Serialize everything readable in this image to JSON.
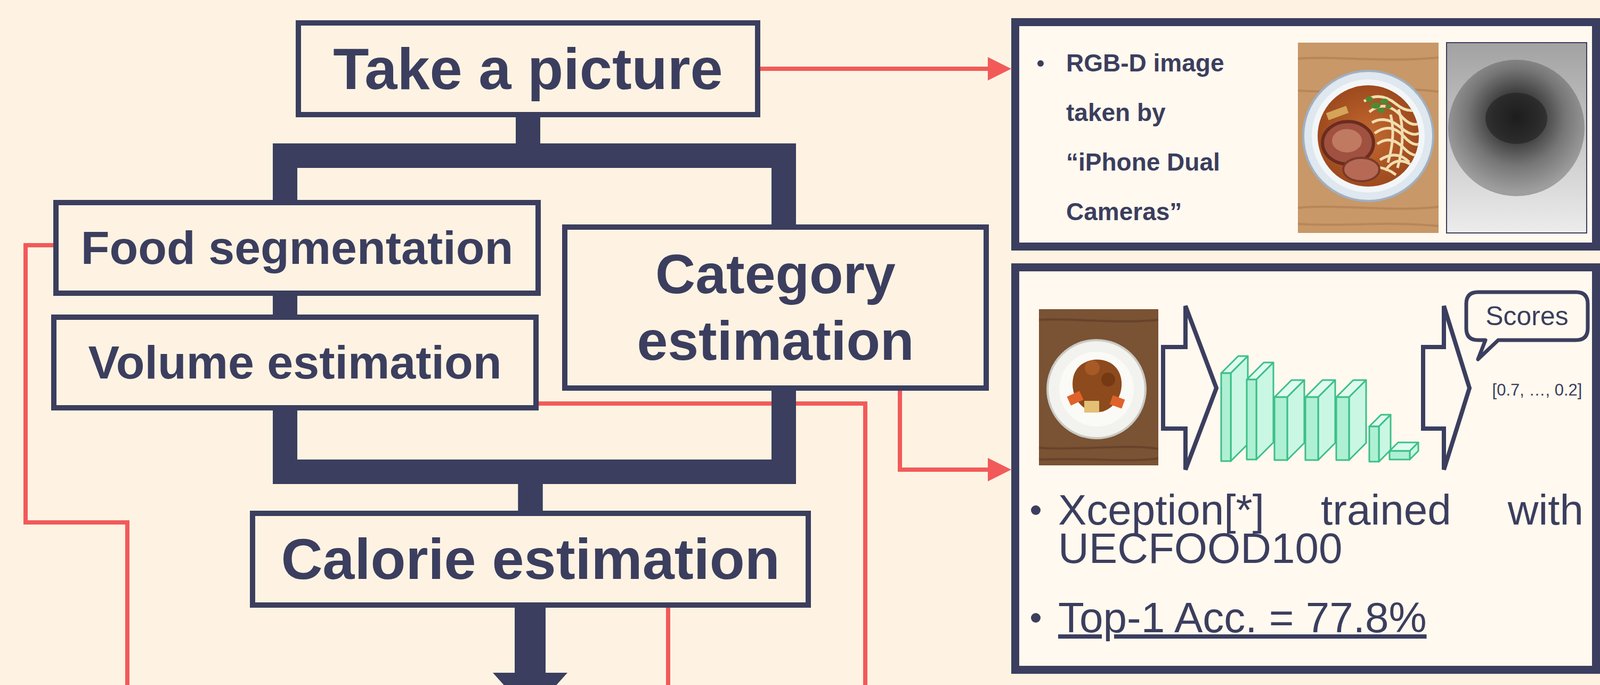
{
  "diagram": {
    "nodes": [
      {
        "text": [
          "Take a picture"
        ]
      },
      {
        "text": [
          "RGB-D image taken by “iPhone Dual Cameras”"
        ]
      },
      {
        "text": [
          "Food segmentation"
        ]
      },
      {
        "text": [
          "Category estimation"
        ]
      },
      {
        "text": [
          "Xception[*] trained with UECFOOD100",
          "Top-1 Acc. = 77.8%"
        ]
      },
      {
        "text": [
          "Scores"
        ],
        "in": 4
      },
      {
        "text": [
          "Volume estimation"
        ]
      },
      {
        "text": [
          "Calorie estimation"
        ]
      }
    ],
    "edges": [
      {
        "from": 0,
        "to": 1,
        "arrow": "to"
      },
      {
        "from": 0,
        "to": 2,
        "arrow": "none"
      },
      {
        "from": 0,
        "to": 3,
        "arrow": "none"
      },
      {
        "from": 2,
        "to": 6,
        "arrow": "none"
      },
      {
        "from": 6,
        "to": 7,
        "arrow": "none"
      },
      {
        "from": 3,
        "to": 7,
        "arrow": "none"
      },
      {
        "from": 3,
        "to": 4,
        "arrow": "to"
      }
    ],
    "labels": [
      "[0.7, …, 0.2]"
    ]
  }
}
